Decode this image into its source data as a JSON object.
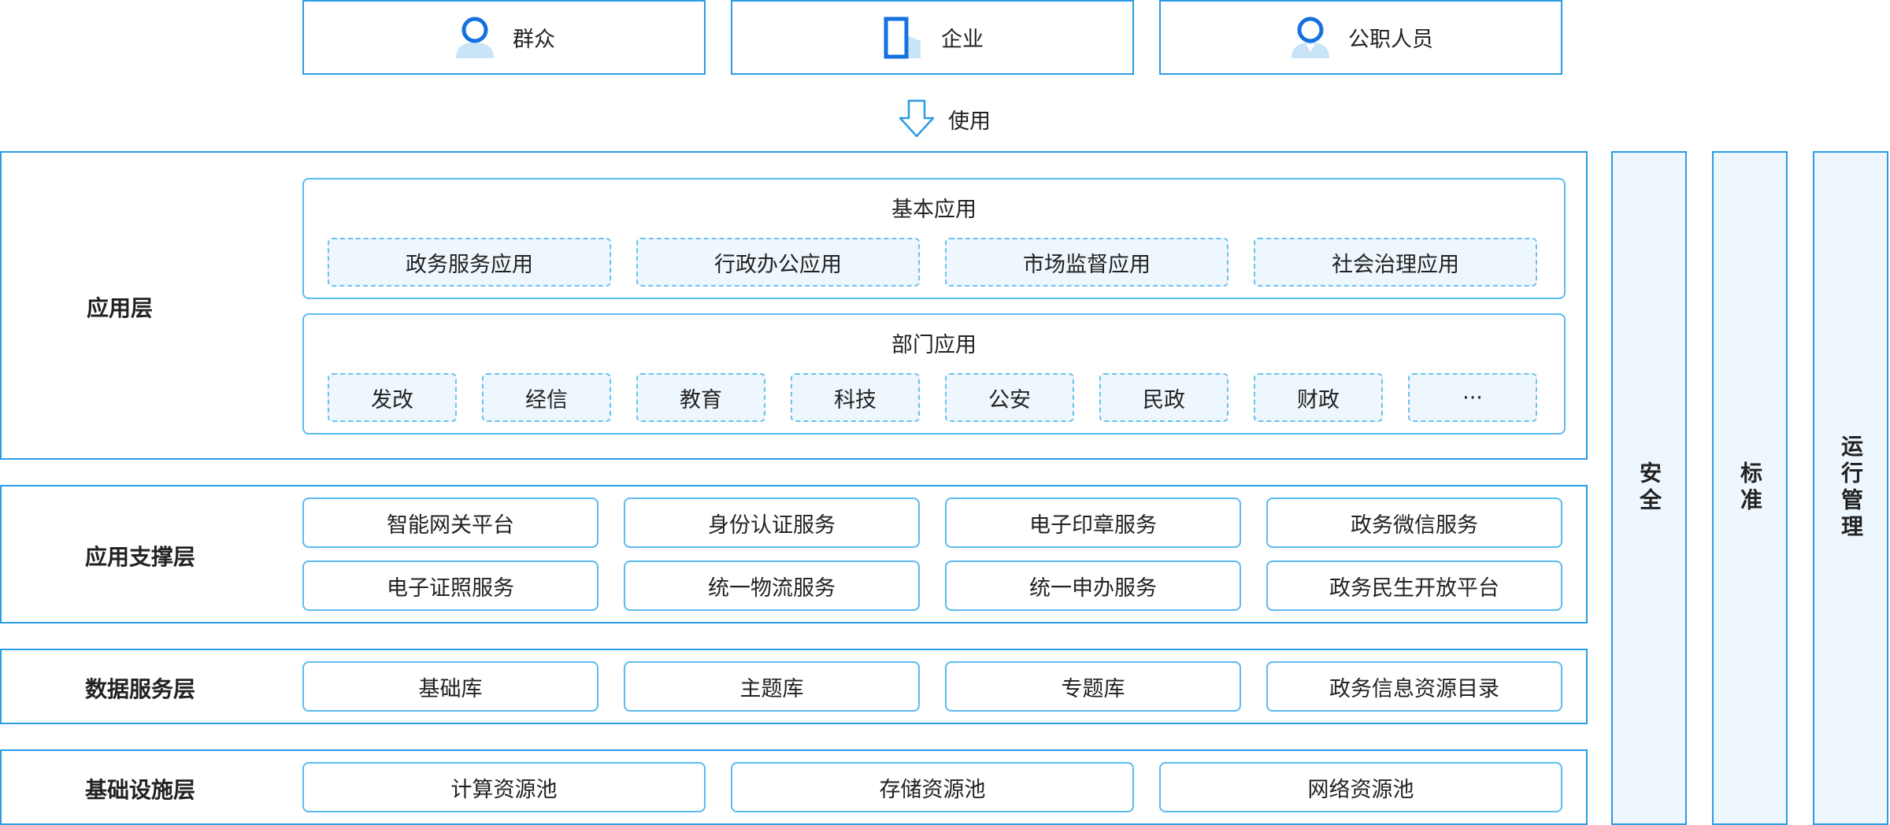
{
  "users": [
    {
      "label": "群众",
      "icon": "person-icon"
    },
    {
      "label": "企业",
      "icon": "building-icon"
    },
    {
      "label": "公职人员",
      "icon": "official-person-icon"
    }
  ],
  "use_label": "使用",
  "application_layer": {
    "label": "应用层",
    "basic": {
      "title": "基本应用",
      "items": [
        "政务服务应用",
        "行政办公应用",
        "市场监督应用",
        "社会治理应用"
      ]
    },
    "department": {
      "title": "部门应用",
      "items": [
        "发改",
        "经信",
        "教育",
        "科技",
        "公安",
        "民政",
        "财政",
        "···"
      ]
    }
  },
  "support_layer": {
    "label": "应用支撑层",
    "items": [
      "智能网关平台",
      "身份认证服务",
      "电子印章服务",
      "政务微信服务",
      "电子证照服务",
      "统一物流服务",
      "统一申办服务",
      "政务民生开放平台"
    ]
  },
  "data_layer": {
    "label": "数据服务层",
    "items": [
      "基础库",
      "主题库",
      "专题库",
      "政务信息资源目录"
    ]
  },
  "infra_layer": {
    "label": "基础设施层",
    "items": [
      "计算资源池",
      "存储资源池",
      "网络资源池"
    ]
  },
  "side_columns": [
    "安全",
    "标准",
    "运行管理"
  ],
  "colors": {
    "border": "#2c9ce6",
    "light_fill": "#eef7fd",
    "icon_blue": "#1570e0",
    "icon_light": "#c9e4f7"
  }
}
